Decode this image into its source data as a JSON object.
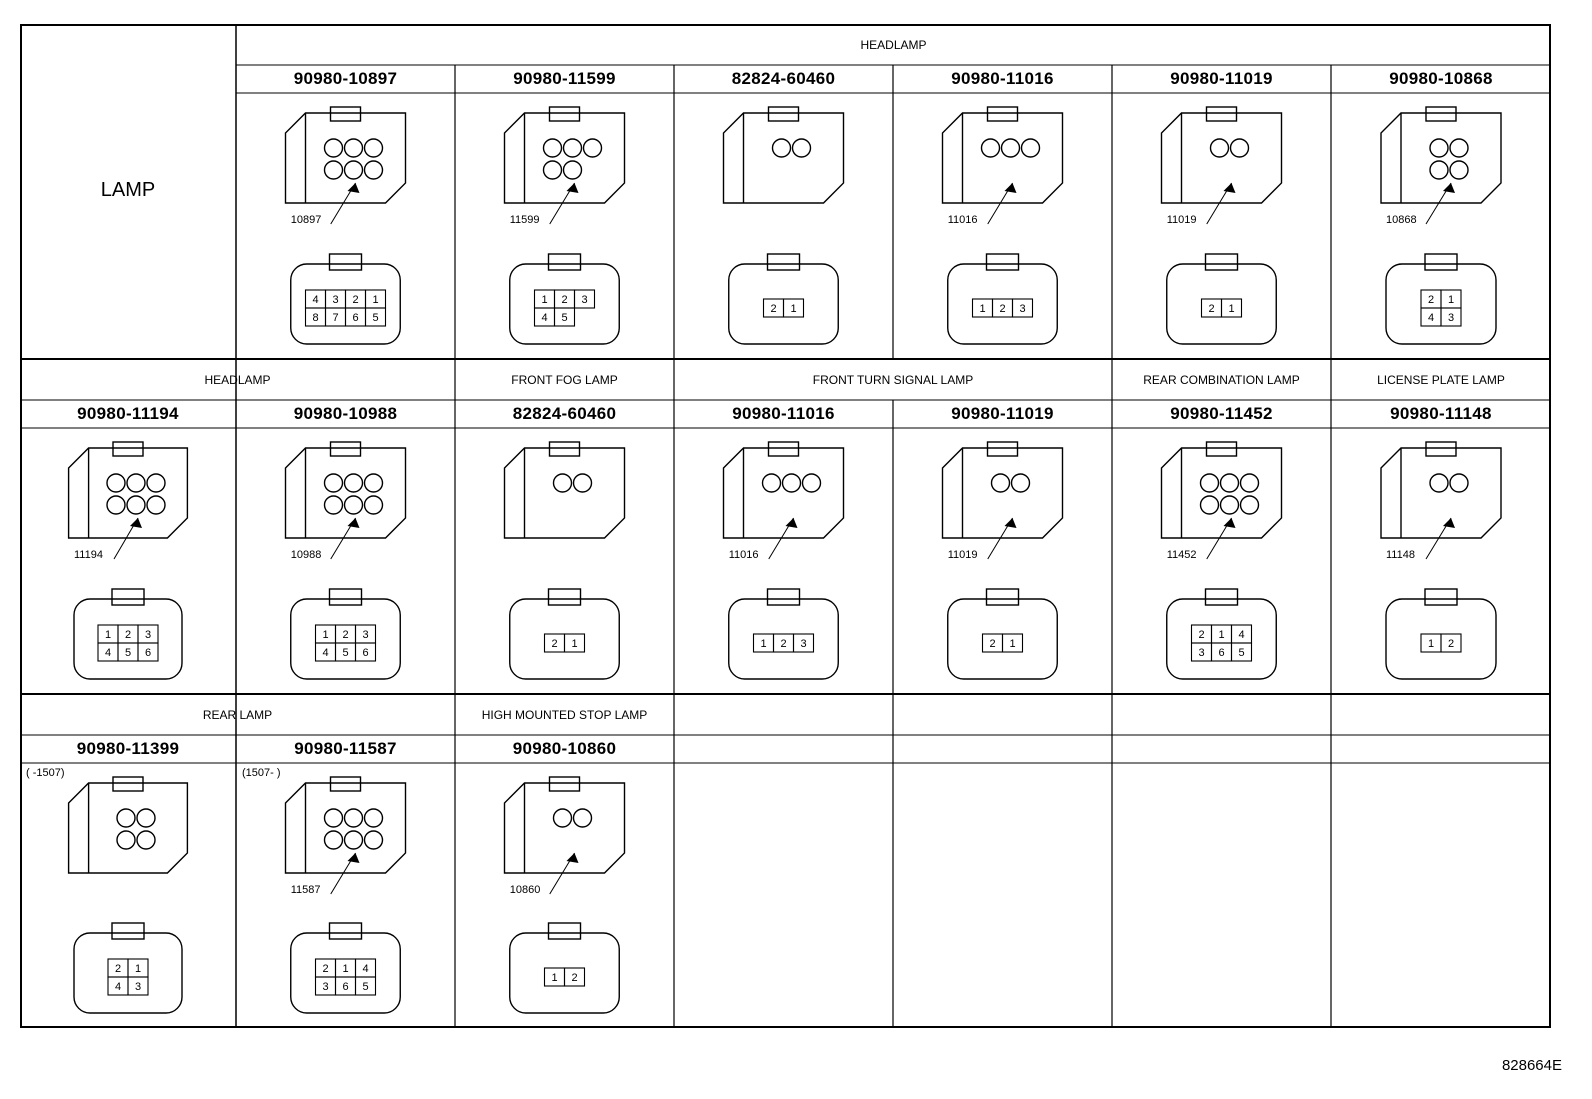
{
  "corner_label": "LAMP",
  "drawing_number": "828664E",
  "rows": [
    {
      "sections": [
        {
          "label": "HEADLAMP",
          "start": 1,
          "span": 6
        }
      ],
      "cells": [
        {
          "part": "90980-10897",
          "callout": "10897",
          "pins": [
            "4",
            "3",
            "2",
            "1",
            "8",
            "7",
            "6",
            "5"
          ]
        },
        {
          "part": "90980-11599",
          "callout": "11599",
          "pins": [
            "1",
            "2",
            "3",
            "4",
            "5"
          ]
        },
        {
          "part": "82824-60460",
          "callout": "",
          "pins": [
            "2",
            "1"
          ]
        },
        {
          "part": "90980-11016",
          "callout": "11016",
          "pins": [
            "1",
            "2",
            "3"
          ]
        },
        {
          "part": "90980-11019",
          "callout": "11019",
          "pins": [
            "2",
            "1"
          ]
        },
        {
          "part": "90980-10868",
          "callout": "10868",
          "pins": [
            "2",
            "1",
            "4",
            "3"
          ]
        }
      ]
    },
    {
      "sections": [
        {
          "label": "HEADLAMP",
          "start": 0,
          "span": 2
        },
        {
          "label": "FRONT FOG LAMP",
          "start": 2,
          "span": 1
        },
        {
          "label": "FRONT TURN SIGNAL LAMP",
          "start": 3,
          "span": 2
        },
        {
          "label": "REAR COMBINATION LAMP",
          "start": 5,
          "span": 1
        },
        {
          "label": "LICENSE PLATE LAMP",
          "start": 6,
          "span": 1
        }
      ],
      "cells": [
        {
          "part": "90980-11194",
          "callout": "11194",
          "pins": [
            "1",
            "2",
            "3",
            "4",
            "5",
            "6"
          ]
        },
        {
          "part": "90980-10988",
          "callout": "10988",
          "pins": [
            "1",
            "2",
            "3",
            "4",
            "5",
            "6"
          ]
        },
        {
          "part": "82824-60460",
          "callout": "",
          "pins": [
            "2",
            "1"
          ]
        },
        {
          "part": "90980-11016",
          "callout": "11016",
          "pins": [
            "1",
            "2",
            "3"
          ]
        },
        {
          "part": "90980-11019",
          "callout": "11019",
          "pins": [
            "2",
            "1"
          ]
        },
        {
          "part": "90980-11452",
          "callout": "11452",
          "pins": [
            "2",
            "1",
            "4",
            "3",
            "6",
            "5"
          ]
        },
        {
          "part": "90980-11148",
          "callout": "11148",
          "pins": [
            "1",
            "2"
          ]
        }
      ]
    },
    {
      "sections": [
        {
          "label": "REAR LAMP",
          "start": 0,
          "span": 2
        },
        {
          "label": "HIGH MOUNTED STOP LAMP",
          "start": 2,
          "span": 1
        }
      ],
      "cells": [
        {
          "part": "90980-11399",
          "callout": "",
          "note": "(     -1507)",
          "pins": [
            "2",
            "1",
            "4",
            "3"
          ]
        },
        {
          "part": "90980-11587",
          "callout": "11587",
          "note": "(1507-     )",
          "pins": [
            "2",
            "1",
            "4",
            "3",
            "6",
            "5"
          ]
        },
        {
          "part": "90980-10860",
          "callout": "10860",
          "pins": [
            "1",
            "2"
          ]
        }
      ]
    }
  ]
}
